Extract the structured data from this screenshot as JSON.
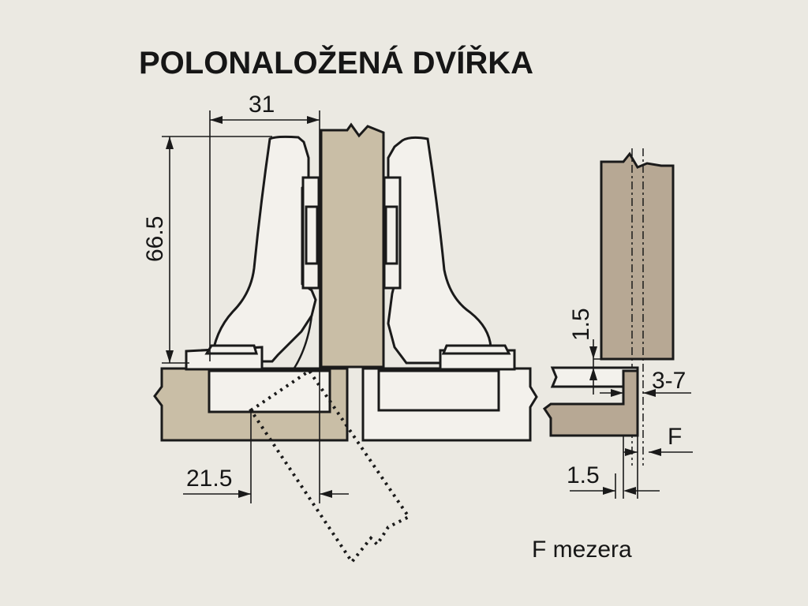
{
  "diagram": {
    "title": "POLONALOŽENÁ DVÍŘKA",
    "caption": "F mezera",
    "dimensions": {
      "hinge_depth": "31",
      "hinge_height": "66.5",
      "cup_offset": "21.5",
      "gap_top": "1.5",
      "overlay": "3-7",
      "gap_f": "F",
      "gap_bottom": "1.5"
    }
  }
}
